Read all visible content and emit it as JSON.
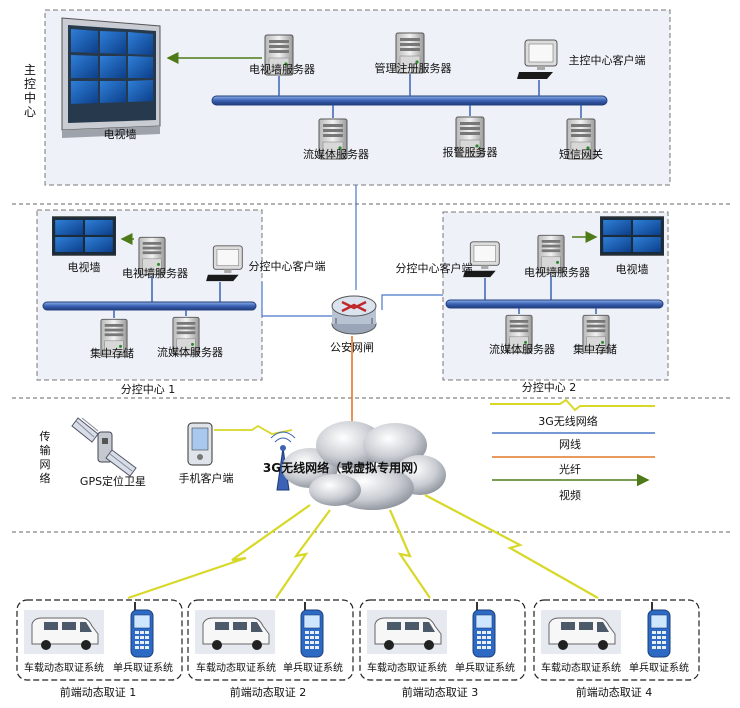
{
  "zones": {
    "main_center": "主控中心",
    "transport": "传输网络"
  },
  "main": {
    "tvwall": "电视墙",
    "tv_server": "电视墙服务器",
    "mgmt_server": "管理注册服务器",
    "client": "主控中心客户端",
    "stream_server": "流媒体服务器",
    "alarm_server": "报警服务器",
    "sms_gateway": "短信网关"
  },
  "branch1": {
    "tvwall": "电视墙",
    "tv_server": "电视墙服务器",
    "client": "分控中心客户端",
    "storage": "集中存储",
    "stream_server": "流媒体服务器",
    "caption": "分控中心 1"
  },
  "branch2": {
    "tvwall": "电视墙",
    "tv_server": "电视墙服务器",
    "client": "分控中心客户端",
    "storage": "集中存储",
    "stream_server": "流媒体服务器",
    "caption": "分控中心 2"
  },
  "gateway": "公安网闸",
  "network": {
    "gps": "GPS定位卫星",
    "phone": "手机客户端",
    "cloud": "3G无线网络（或虚拟专用网）"
  },
  "legend": {
    "wireless": "3G无线网络",
    "wire": "网线",
    "fiber": "光纤",
    "video": "视频"
  },
  "front": [
    {
      "vehicle": "车载动态取证系统",
      "soldier": "单兵取证系统",
      "caption": "前端动态取证 1"
    },
    {
      "vehicle": "车载动态取证系统",
      "soldier": "单兵取证系统",
      "caption": "前端动态取证 2"
    },
    {
      "vehicle": "车载动态取证系统",
      "soldier": "单兵取证系统",
      "caption": "前端动态取证 3"
    },
    {
      "vehicle": "车载动态取证系统",
      "soldier": "单兵取证系统",
      "caption": "前端动态取证 4"
    }
  ],
  "colors": {
    "zone_fill": "#eef2f8",
    "bus": "#3b62b4",
    "wire": "#4a78c8",
    "fiber": "#e0782a",
    "video": "#4f7a18",
    "wireless": "#d7d828"
  }
}
